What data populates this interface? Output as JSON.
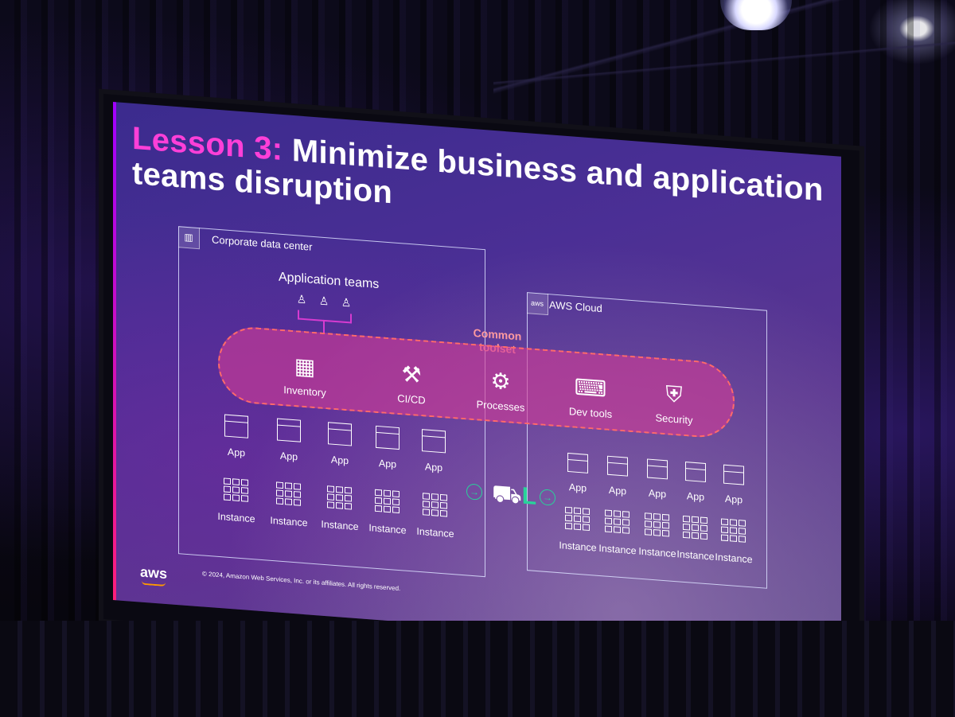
{
  "slide": {
    "title_highlight": "Lesson 3:",
    "title_rest": " Minimize business and application teams disruption",
    "corporate_dc_label": "Corporate data center",
    "aws_cloud_label": "AWS Cloud",
    "aws_icon_text": "aws",
    "application_teams_label": "Application teams",
    "common_toolset_label": "Common toolset",
    "tools": [
      {
        "label": "Inventory",
        "icon": "inventory-icon",
        "glyph": "▦"
      },
      {
        "label": "CI/CD",
        "icon": "cicd-icon",
        "glyph": "⚒"
      },
      {
        "label": "Processes",
        "icon": "processes-icon",
        "glyph": "⚙"
      },
      {
        "label": "Dev tools",
        "icon": "dev-tools-icon",
        "glyph": "⌨"
      },
      {
        "label": "Security",
        "icon": "security-icon",
        "glyph": "⛨"
      }
    ],
    "left_apps": [
      "App",
      "App",
      "App",
      "App",
      "App"
    ],
    "left_instances": [
      "Instance",
      "Instance",
      "Instance",
      "Instance",
      "Instance"
    ],
    "right_apps": [
      "App",
      "App",
      "App",
      "App",
      "App"
    ],
    "right_instances": [
      "Instance",
      "Instance",
      "Instance",
      "Instance",
      "Instance"
    ],
    "footer_logo": "aws",
    "copyright": "© 2024, Amazon Web Services, Inc. or its affiliates. All rights reserved."
  },
  "colors": {
    "title_highlight": "#ff3fd8",
    "band_fill": "#d23c96",
    "band_border": "#ff6a6a",
    "common_toolset": "#ff9a9f",
    "migration_green": "#28d39a",
    "tree_line": "#d63bd0"
  }
}
